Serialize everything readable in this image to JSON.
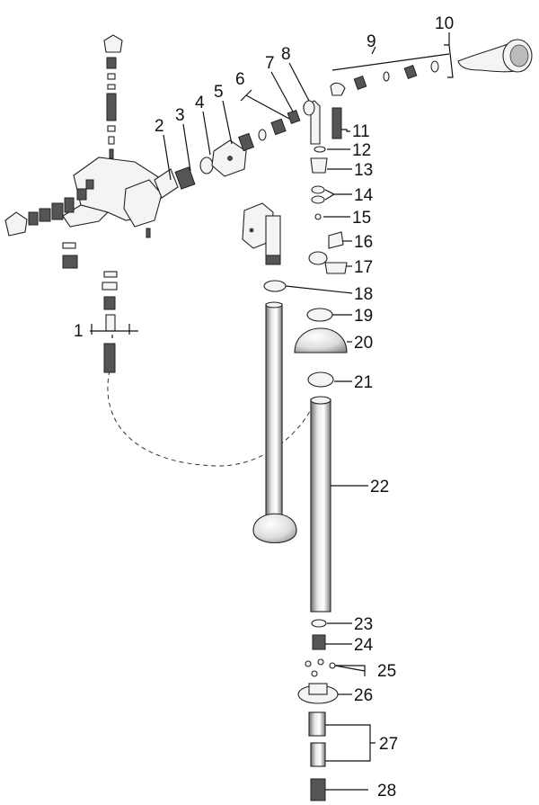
{
  "callouts": [
    {
      "id": "1",
      "text": "1"
    },
    {
      "id": "2",
      "text": "2"
    },
    {
      "id": "3",
      "text": "3"
    },
    {
      "id": "4",
      "text": "4"
    },
    {
      "id": "5",
      "text": "5"
    },
    {
      "id": "6",
      "text": "6"
    },
    {
      "id": "7",
      "text": "7"
    },
    {
      "id": "8",
      "text": "8"
    },
    {
      "id": "9",
      "text": "9"
    },
    {
      "id": "10",
      "text": "10"
    },
    {
      "id": "11",
      "text": "11"
    },
    {
      "id": "12",
      "text": "12"
    },
    {
      "id": "13",
      "text": "13"
    },
    {
      "id": "14",
      "text": "14"
    },
    {
      "id": "15",
      "text": "15"
    },
    {
      "id": "16",
      "text": "16"
    },
    {
      "id": "17",
      "text": "17"
    },
    {
      "id": "18",
      "text": "18"
    },
    {
      "id": "19",
      "text": "19"
    },
    {
      "id": "20",
      "text": "20"
    },
    {
      "id": "21",
      "text": "21"
    },
    {
      "id": "22",
      "text": "22"
    },
    {
      "id": "23",
      "text": "23"
    },
    {
      "id": "24",
      "text": "24"
    },
    {
      "id": "25",
      "text": "25"
    },
    {
      "id": "26",
      "text": "26"
    },
    {
      "id": "27",
      "text": "27"
    },
    {
      "id": "28",
      "text": "28"
    }
  ],
  "colors": {
    "line": "#111111",
    "part_fill": "#f4f4f4",
    "shade": "#9a9a9a"
  }
}
